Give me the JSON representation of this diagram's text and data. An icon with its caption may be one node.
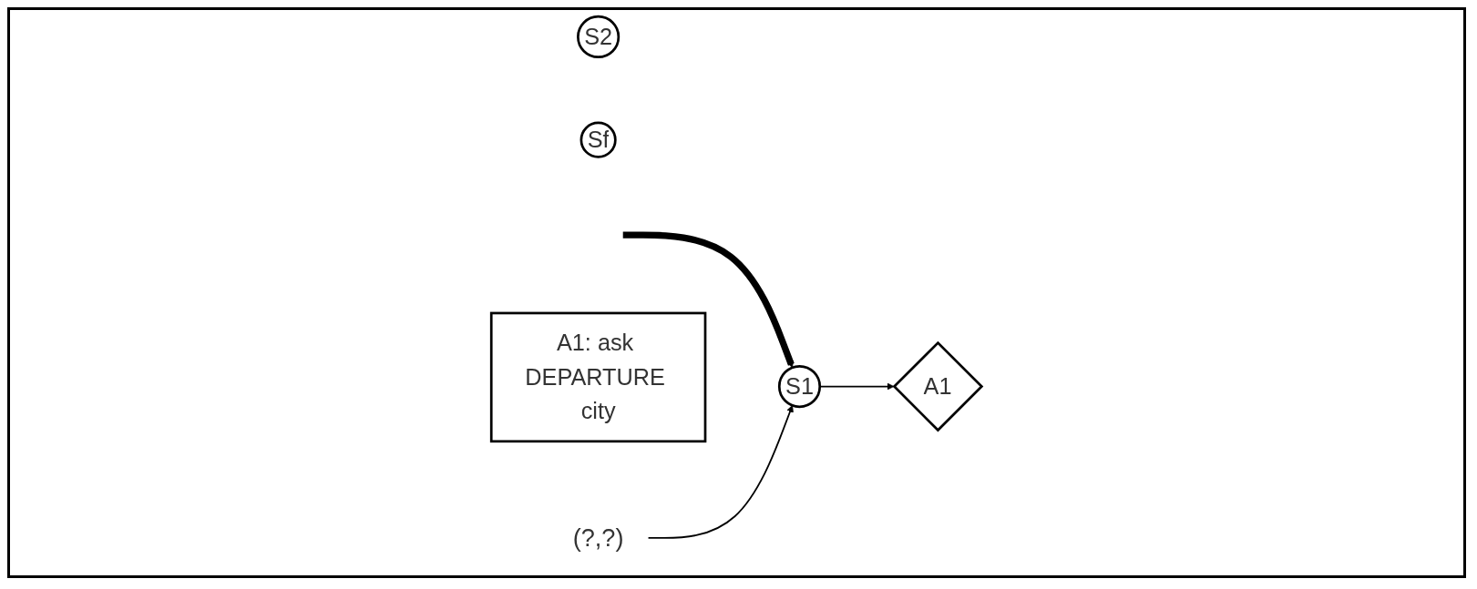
{
  "diagram": {
    "nodes": [
      {
        "text": [
          "S1"
        ]
      },
      {
        "text": [
          "A1"
        ]
      },
      {
        "text": [
          "S2"
        ]
      },
      {
        "text": [
          "Sf"
        ]
      },
      {
        "text": [
          "(?,?)"
        ]
      },
      {
        "text": [
          "A1: ask DEPARTURE city"
        ]
      }
    ],
    "edges": [
      {
        "from": null,
        "to": 0,
        "arrow": "to",
        "style": "thick"
      },
      {
        "from": 0,
        "to": 1,
        "arrow": "to"
      },
      {
        "from": 4,
        "to": 0,
        "arrow": "to"
      }
    ]
  }
}
